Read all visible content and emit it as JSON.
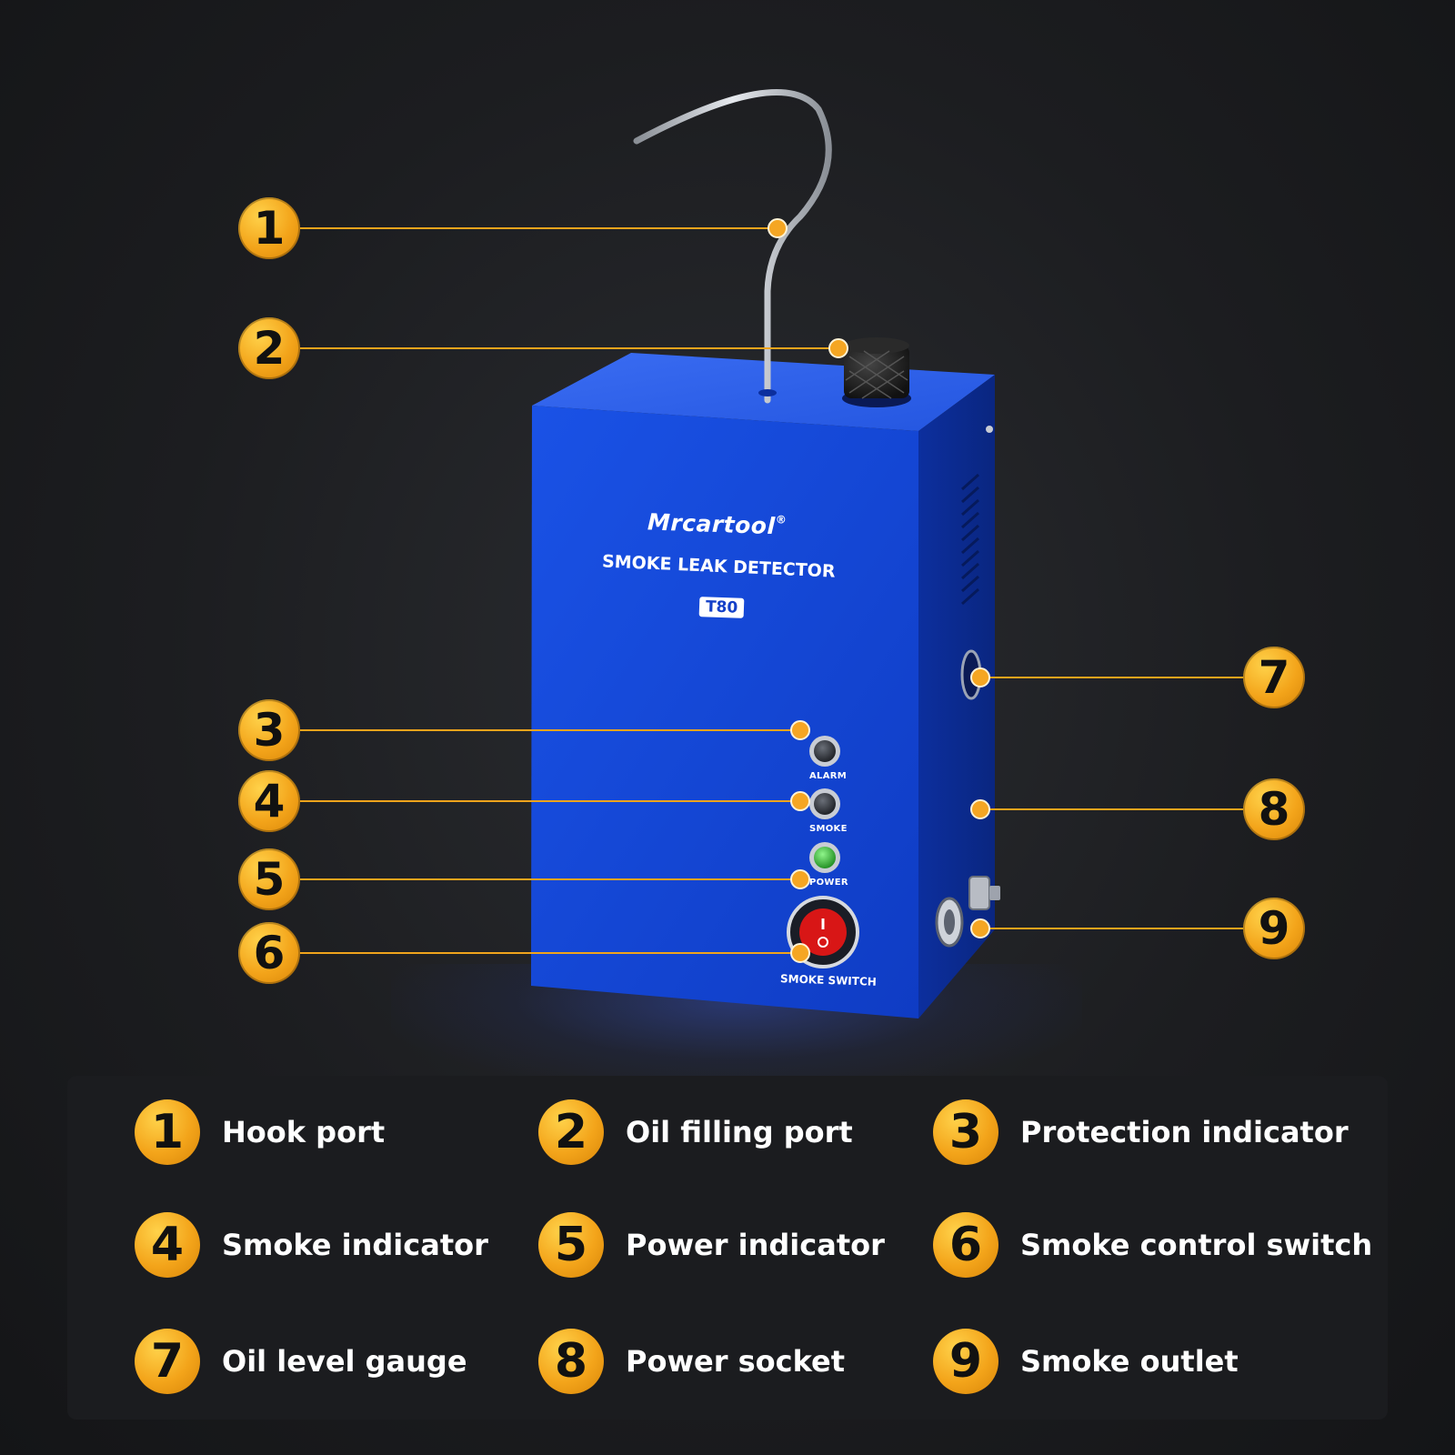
{
  "device": {
    "brand": "Mrcartool",
    "brand_mark": "®",
    "product_name": "SMOKE LEAK DETECTOR",
    "model": "T80",
    "led_labels": {
      "alarm": "ALARM",
      "smoke": "SMOKE",
      "power": "POWER"
    },
    "switch_label": "SMOKE SWITCH",
    "switch_symbols": {
      "on": "I",
      "off": "O"
    }
  },
  "callouts": [
    "1",
    "2",
    "3",
    "4",
    "5",
    "6",
    "7",
    "8",
    "9"
  ],
  "legend": [
    {
      "number": "1",
      "label": "Hook port"
    },
    {
      "number": "2",
      "label": "Oil filling port"
    },
    {
      "number": "3",
      "label": "Protection indicator"
    },
    {
      "number": "4",
      "label": "Smoke indicator"
    },
    {
      "number": "5",
      "label": "Power indicator"
    },
    {
      "number": "6",
      "label": "Smoke control switch"
    },
    {
      "number": "7",
      "label": "Oil level gauge"
    },
    {
      "number": "8",
      "label": "Power socket"
    },
    {
      "number": "9",
      "label": "Smoke outlet"
    }
  ],
  "colors": {
    "accent": "#f5a623",
    "device_blue": "#1448d8",
    "background": "#1c1d20"
  }
}
